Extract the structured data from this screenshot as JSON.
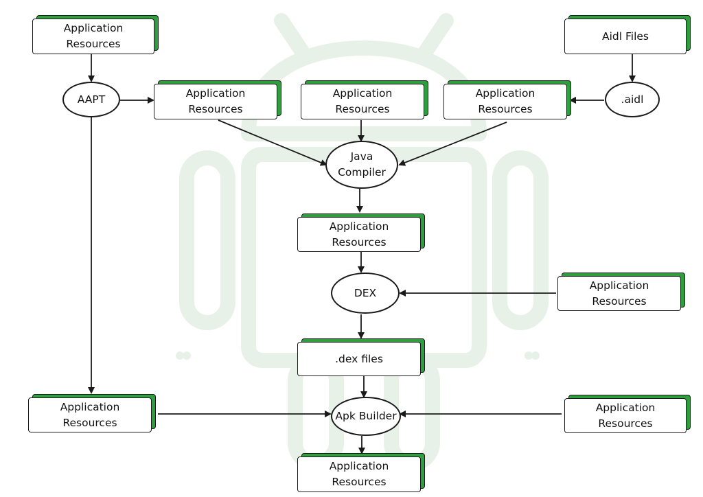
{
  "colors": {
    "accent": "#2e9e3f",
    "stroke": "#1a1a1a",
    "watermark": "#e7f1e8"
  },
  "nodes": {
    "box_top_left": {
      "label": "Application\nResources"
    },
    "box_aidl_files": {
      "label": "Aidl Files"
    },
    "ellipse_aapt": {
      "label": "AAPT"
    },
    "box_row2_left": {
      "label": "Application\nResources"
    },
    "box_row2_mid": {
      "label": "Application\nResources"
    },
    "box_row2_right": {
      "label": "Application\nResources"
    },
    "ellipse_aidl": {
      "label": ".aidl"
    },
    "ellipse_java_compiler": {
      "label": "Java\nCompiler"
    },
    "box_after_compiler": {
      "label": "Application\nResources"
    },
    "ellipse_dex": {
      "label": "DEX"
    },
    "box_dex_right": {
      "label": "Application\nResources"
    },
    "box_dex_files": {
      "label": ".dex files"
    },
    "ellipse_apk_builder": {
      "label": "Apk Builder"
    },
    "box_bottom_left": {
      "label": "Application\nResources"
    },
    "box_bottom_right": {
      "label": "Application\nResources"
    },
    "box_output": {
      "label": "Application\nResources"
    }
  }
}
